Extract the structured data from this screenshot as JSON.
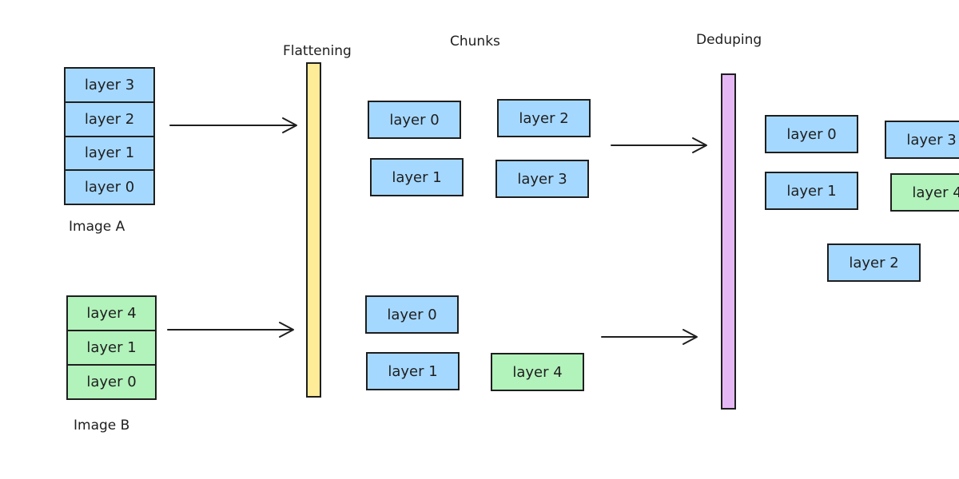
{
  "stages": {
    "flattening": "Flattening",
    "chunks": "Chunks",
    "deduping": "Deduping"
  },
  "colors": {
    "layer_blue": "#a5d8ff",
    "layer_green": "#b2f2bb",
    "flattening_bar": "#ffec99",
    "deduping_bar": "#e5b8f5",
    "stroke": "#1e1e1e"
  },
  "image_a": {
    "caption": "Image A",
    "layers": [
      "layer 3",
      "layer 2",
      "layer 1",
      "layer 0"
    ]
  },
  "image_b": {
    "caption": "Image B",
    "layers": [
      "layer 4",
      "layer 1",
      "layer 0"
    ]
  },
  "chunks_a": [
    "layer 0",
    "layer 2",
    "layer 1",
    "layer 3"
  ],
  "chunks_b": [
    "layer 0",
    "layer 1",
    "layer 4"
  ],
  "deduped": [
    "layer 0",
    "layer 3",
    "layer 1",
    "layer 4",
    "layer 2"
  ]
}
